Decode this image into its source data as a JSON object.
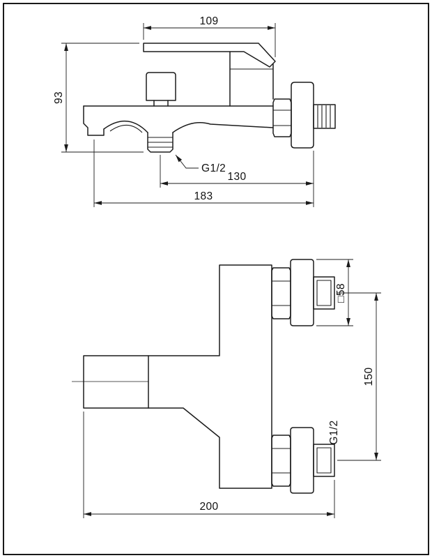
{
  "colors": {
    "line": "#1b1b1b",
    "background": "#ffffff"
  },
  "side_view": {
    "handle_length": "109",
    "overall_height": "93",
    "outlet_thread": "G1/2",
    "outlet_to_wall": "130",
    "spout_reach": "183"
  },
  "front_view": {
    "escutcheon_size": "□58",
    "connection_centers": "150",
    "connection_thread": "G1/2",
    "overall_width": "200"
  }
}
